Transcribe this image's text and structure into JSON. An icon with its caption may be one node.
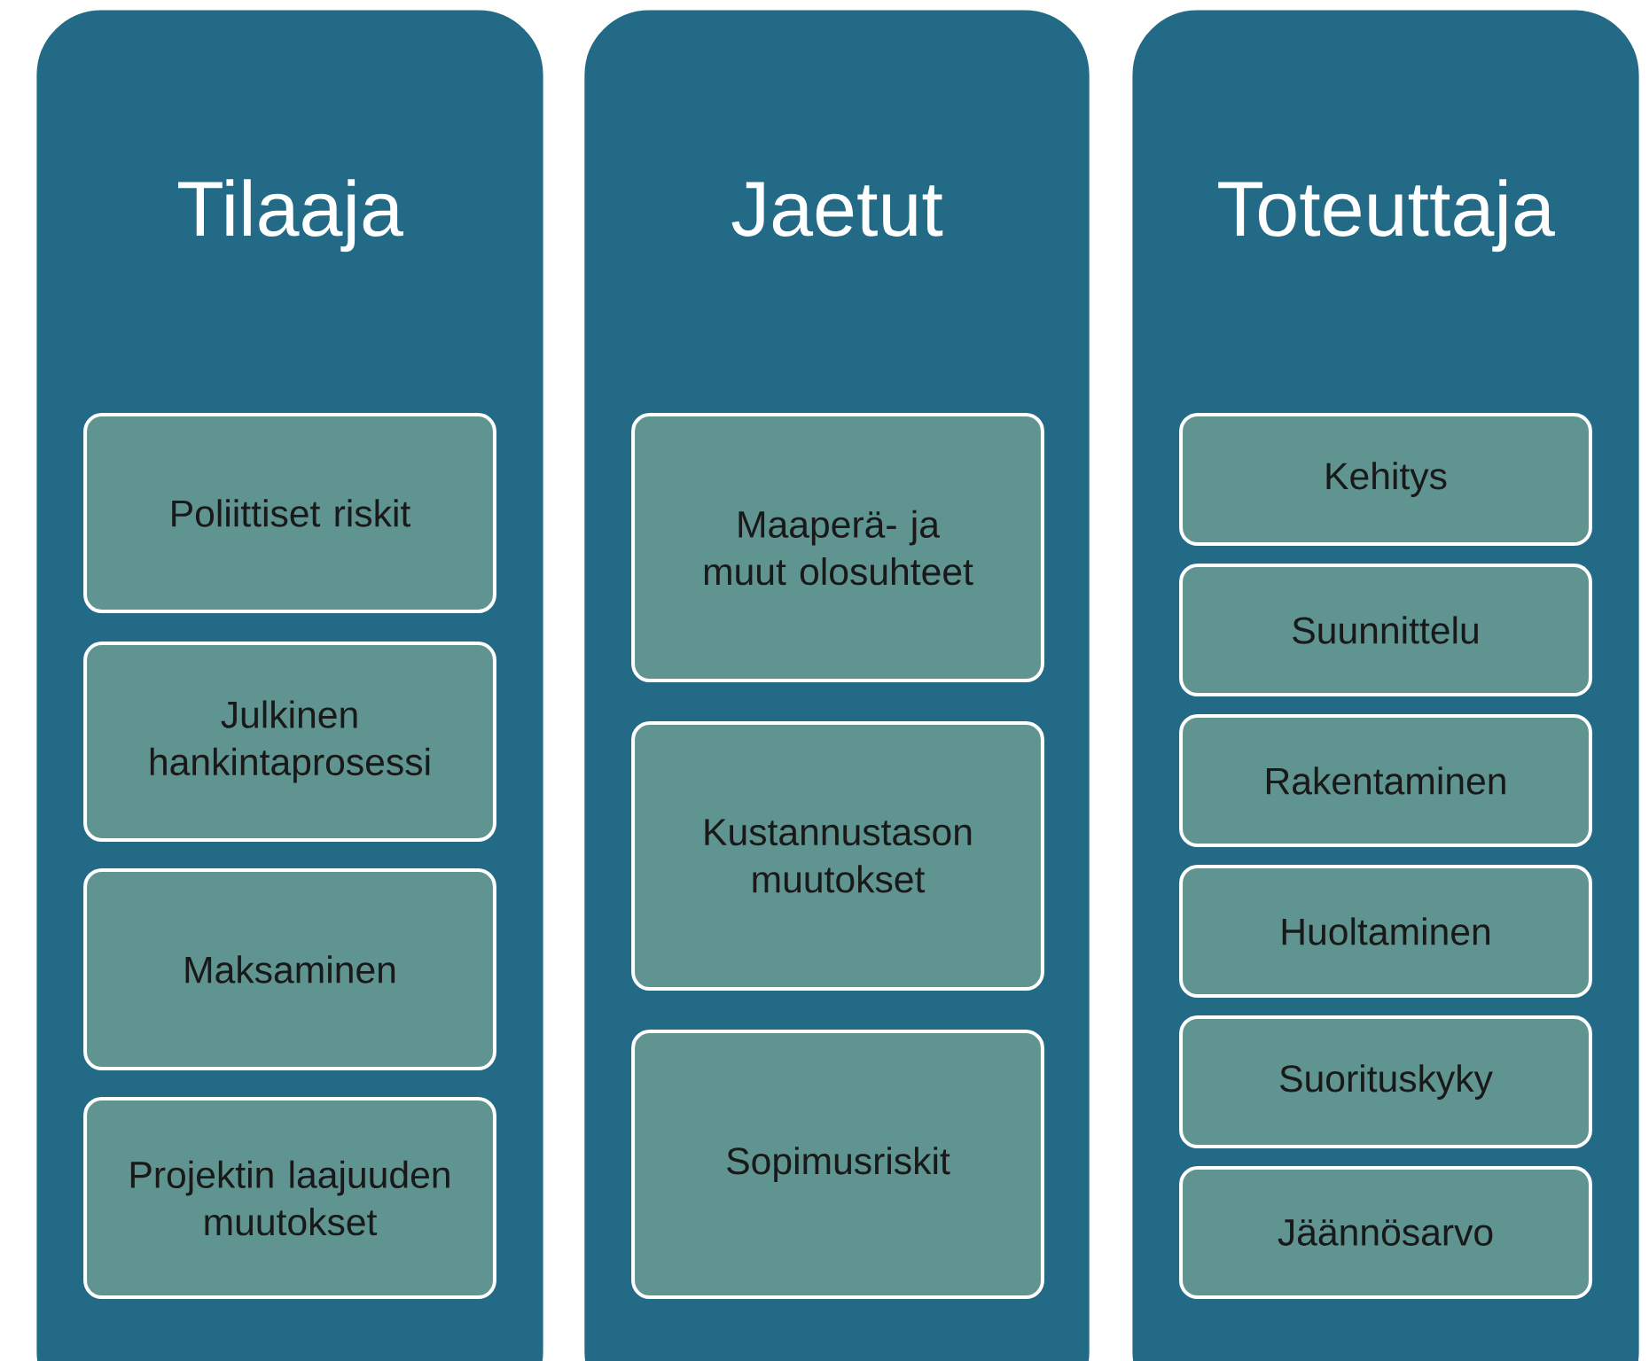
{
  "diagram": {
    "nodes": [
      {
        "text": [
          "Tilaaja"
        ]
      },
      {
        "text": [
          "Poliittiset riskit"
        ],
        "in": 0
      },
      {
        "text": [
          "Julkinen hankintaprosessi"
        ],
        "in": 0
      },
      {
        "text": [
          "Maksaminen"
        ],
        "in": 0
      },
      {
        "text": [
          "Projektin laajuuden muutokset"
        ],
        "in": 0
      },
      {
        "text": [
          "Jaetut"
        ]
      },
      {
        "text": [
          "Maaperä- ja muut olosuhteet"
        ],
        "in": 5
      },
      {
        "text": [
          "Kustannustason muutokset"
        ],
        "in": 5
      },
      {
        "text": [
          "Sopimusriskit"
        ],
        "in": 5
      },
      {
        "text": [
          "Toteuttaja"
        ]
      },
      {
        "text": [
          "Kehitys"
        ],
        "in": 9
      },
      {
        "text": [
          "Suunnittelu"
        ],
        "in": 9
      },
      {
        "text": [
          "Rakentaminen"
        ],
        "in": 9
      },
      {
        "text": [
          "Huoltaminen"
        ],
        "in": 9
      },
      {
        "text": [
          "Suorituskyky"
        ],
        "in": 9
      },
      {
        "text": [
          "Jäännösarvo"
        ],
        "in": 9
      }
    ]
  }
}
